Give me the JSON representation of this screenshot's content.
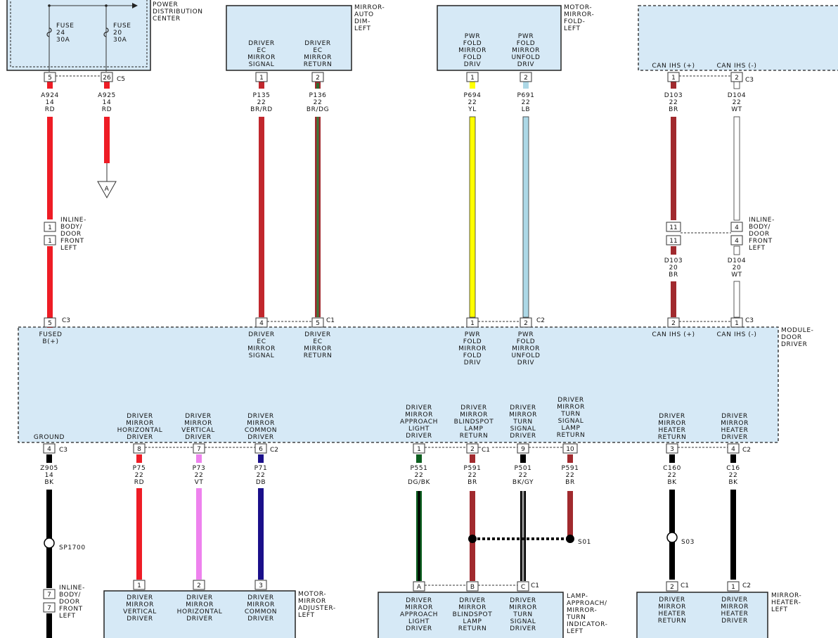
{
  "components": {
    "pdc": {
      "lines": [
        "POWER",
        "DISTRIBUTION",
        "CENTER"
      ],
      "fuse24": [
        "FUSE",
        "24",
        "30A"
      ],
      "fuse20": [
        "FUSE",
        "20",
        "30A"
      ]
    },
    "auto_dim": {
      "lines": [
        "MIRROR-",
        "AUTO",
        "DIM-",
        "LEFT"
      ],
      "pin1": [
        "DRIVER",
        "EC",
        "MIRROR",
        "SIGNAL"
      ],
      "pin2": [
        "DRIVER",
        "EC",
        "MIRROR",
        "RETURN"
      ]
    },
    "motor_fold": {
      "lines": [
        "MOTOR-",
        "MIRROR-",
        "FOLD-",
        "LEFT"
      ],
      "pin1": [
        "PWR",
        "FOLD",
        "MIRROR",
        "FOLD",
        "DRIV"
      ],
      "pin2": [
        "PWR",
        "FOLD",
        "MIRROR",
        "UNFOLD",
        "DRIV"
      ]
    },
    "can_top": {
      "pin1": "CAN IHS (+)",
      "pin2": "CAN IHS (-)"
    },
    "inline": {
      "lines": [
        "INLINE-",
        "BODY/",
        "DOOR",
        "FRONT",
        "LEFT"
      ]
    },
    "module": {
      "lines": [
        "MODULE-",
        "DOOR",
        "DRIVER"
      ],
      "fused": [
        "FUSED",
        "B(+)"
      ],
      "ec_signal": [
        "DRIVER",
        "EC",
        "MIRROR",
        "SIGNAL"
      ],
      "ec_return": [
        "DRIVER",
        "EC",
        "MIRROR",
        "RETURN"
      ],
      "fold": [
        "PWR",
        "FOLD",
        "MIRROR",
        "FOLD",
        "DRIV"
      ],
      "unfold": [
        "PWR",
        "FOLD",
        "MIRROR",
        "UNFOLD",
        "DRIV"
      ],
      "can_plus": "CAN IHS (+)",
      "can_minus": "CAN IHS (-)",
      "ground": "GROUND",
      "horiz": [
        "DRIVER",
        "MIRROR",
        "HORIZONTAL",
        "DRIVER"
      ],
      "vert": [
        "DRIVER",
        "MIRROR",
        "VERTICAL",
        "DRIVER"
      ],
      "common": [
        "DRIVER",
        "MIRROR",
        "COMMON",
        "DRIVER"
      ],
      "approach": [
        "DRIVER",
        "MIRROR",
        "APPROACH",
        "LIGHT",
        "DRIVER"
      ],
      "blindspot": [
        "DRIVER",
        "MIRROR",
        "BLINDSPOT",
        "LAMP",
        "RETURN"
      ],
      "turn": [
        "DRIVER",
        "MIRROR",
        "TURN",
        "SIGNAL",
        "DRIVER"
      ],
      "turn_return": [
        "DRIVER",
        "MIRROR",
        "TURN",
        "SIGNAL",
        "LAMP",
        "RETURN"
      ],
      "heater_return": [
        "DRIVER",
        "MIRROR",
        "HEATER",
        "RETURN"
      ],
      "heater_driver": [
        "DRIVER",
        "MIRROR",
        "HEATER",
        "DRIVER"
      ]
    },
    "adjuster": {
      "lines": [
        "MOTOR-",
        "MIRROR",
        "ADJUSTER-",
        "LEFT"
      ],
      "p1": [
        "DRIVER",
        "MIRROR",
        "VERTICAL",
        "DRIVER"
      ],
      "p2": [
        "DRIVER",
        "MIRROR",
        "HORIZONTAL",
        "DRIVER"
      ],
      "p3": [
        "DRIVER",
        "MIRROR",
        "COMMON",
        "DRIVER"
      ]
    },
    "lamp": {
      "lines": [
        "LAMP-",
        "APPROACH/",
        "MIRROR-",
        "TURN",
        "INDICATOR-",
        "LEFT"
      ],
      "a": [
        "DRIVER",
        "MIRROR",
        "APPROACH",
        "LIGHT",
        "DRIVER"
      ],
      "b": [
        "DRIVER",
        "MIRROR",
        "BLINDSPOT",
        "LAMP",
        "RETURN"
      ],
      "c": [
        "DRIVER",
        "MIRROR",
        "TURN",
        "SIGNAL",
        "DRIVER"
      ]
    },
    "heater": {
      "lines": [
        "MIRROR-",
        "HEATER-",
        "LEFT"
      ],
      "p2": [
        "DRIVER",
        "MIRROR",
        "HEATER",
        "RETURN"
      ],
      "p1": [
        "DRIVER",
        "MIRROR",
        "HEATER",
        "DRIVER"
      ]
    }
  },
  "wires": {
    "a924": [
      "A924",
      "14",
      "RD"
    ],
    "a925": [
      "A925",
      "14",
      "RD"
    ],
    "p135": [
      "P135",
      "22",
      "BR/RD"
    ],
    "p136": [
      "P136",
      "22",
      "BR/DG"
    ],
    "p694": [
      "P694",
      "22",
      "YL"
    ],
    "p691": [
      "P691",
      "22",
      "LB"
    ],
    "d103": [
      "D103",
      "22",
      "BR"
    ],
    "d104": [
      "D104",
      "22",
      "WT"
    ],
    "d103b": [
      "D103",
      "20",
      "BR"
    ],
    "d104b": [
      "D104",
      "20",
      "WT"
    ],
    "z905": [
      "Z905",
      "14",
      "BK"
    ],
    "p75": [
      "P75",
      "22",
      "RD"
    ],
    "p73": [
      "P73",
      "22",
      "VT"
    ],
    "p71": [
      "P71",
      "22",
      "DB"
    ],
    "p551": [
      "P551",
      "22",
      "DG/BK"
    ],
    "p591a": [
      "P591",
      "22",
      "BR"
    ],
    "p501": [
      "P501",
      "22",
      "BK/GY"
    ],
    "p591b": [
      "P591",
      "22",
      "BR"
    ],
    "c160": [
      "C160",
      "22",
      "BK"
    ],
    "c16": [
      "C16",
      "22",
      "BK"
    ]
  },
  "pins": {
    "pdc5": "5",
    "pdc26": "26",
    "c5": "C5",
    "ad1": "1",
    "ad2": "2",
    "mf1": "1",
    "mf2": "2",
    "ct1": "1",
    "ct2": "2",
    "c3": "C3",
    "in1a": "1",
    "in1b": "1",
    "in11a": "11",
    "in11b": "11",
    "in4a": "4",
    "in4b": "4",
    "m5": "5",
    "m4": "4",
    "m5b": "5",
    "c1": "C1",
    "m1": "1",
    "m2": "2",
    "c2": "C2",
    "m2b": "2",
    "m1b": "1",
    "g4": "4",
    "p8": "8",
    "p7": "7",
    "p6": "6",
    "l1": "1",
    "l2": "2",
    "l9": "9",
    "l10": "10",
    "h3": "3",
    "h4": "4",
    "in7a": "7",
    "in7b": "7",
    "aj1": "1",
    "aj2": "2",
    "aj3": "3",
    "la": "A",
    "lb": "B",
    "lc": "C",
    "hh2": "2",
    "hh1": "1"
  },
  "splices": {
    "sp1700": "SP1700",
    "s01": "S01",
    "s03": "S03"
  },
  "ground_symbol": "A",
  "colors": {
    "RD": "#ee1c25",
    "BR": "#a12a2e",
    "YL": "#ffff00",
    "LB": "#add8e6",
    "WT": "#ffffff",
    "BK": "#000000",
    "VT": "#ee82ee",
    "DB": "#1a0f8a",
    "DG": "#0b5d1e",
    "GY": "#9a9a9a",
    "component_fill": "#d6e9f6"
  }
}
